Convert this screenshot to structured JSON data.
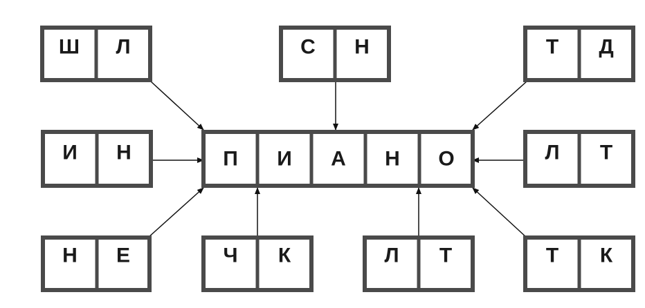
{
  "main_word": [
    "П",
    "И",
    "А",
    "Н",
    "О"
  ],
  "pairs": {
    "top_left": [
      "Ш",
      "Л"
    ],
    "top_center": [
      "С",
      "Н"
    ],
    "top_right": [
      "Т",
      "Д"
    ],
    "middle_left": [
      "И",
      "Н"
    ],
    "middle_right": [
      "Л",
      "Т"
    ],
    "bottom_left": [
      "Н",
      "Е"
    ],
    "bottom_center_left": [
      "Ч",
      "К"
    ],
    "bottom_center_right": [
      "Л",
      "Т"
    ],
    "bottom_right": [
      "Т",
      "К"
    ]
  },
  "colors": {
    "frame": "#4a4a4a",
    "arrow": "#111111",
    "text": "#1a1a1a"
  }
}
